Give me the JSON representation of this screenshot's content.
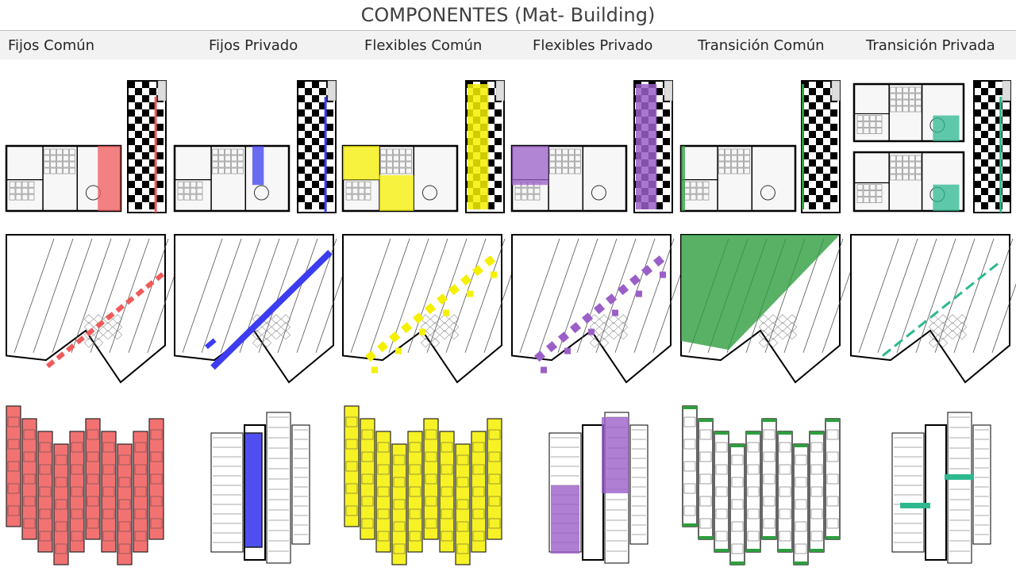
{
  "title": "COMPONENTES (Mat- Building)",
  "columns": [
    {
      "id": "fijos-comun",
      "label": "Fijos Común",
      "color": "#f05a5a"
    },
    {
      "id": "fijos-privado",
      "label": "Fijos Privado",
      "color": "#3c3cf0"
    },
    {
      "id": "flexibles-comun",
      "label": "Flexibles Común",
      "color": "#f5f000"
    },
    {
      "id": "flexibles-privado",
      "label": "Flexibles Privado",
      "color": "#9b5fc8"
    },
    {
      "id": "transicion-comun",
      "label": "Transición Común",
      "color": "#2e9e3e"
    },
    {
      "id": "transicion-privada",
      "label": "Transición Privada",
      "color": "#2eb890"
    }
  ],
  "rows": [
    "floor-plan",
    "site-plan",
    "cluster-plan"
  ]
}
